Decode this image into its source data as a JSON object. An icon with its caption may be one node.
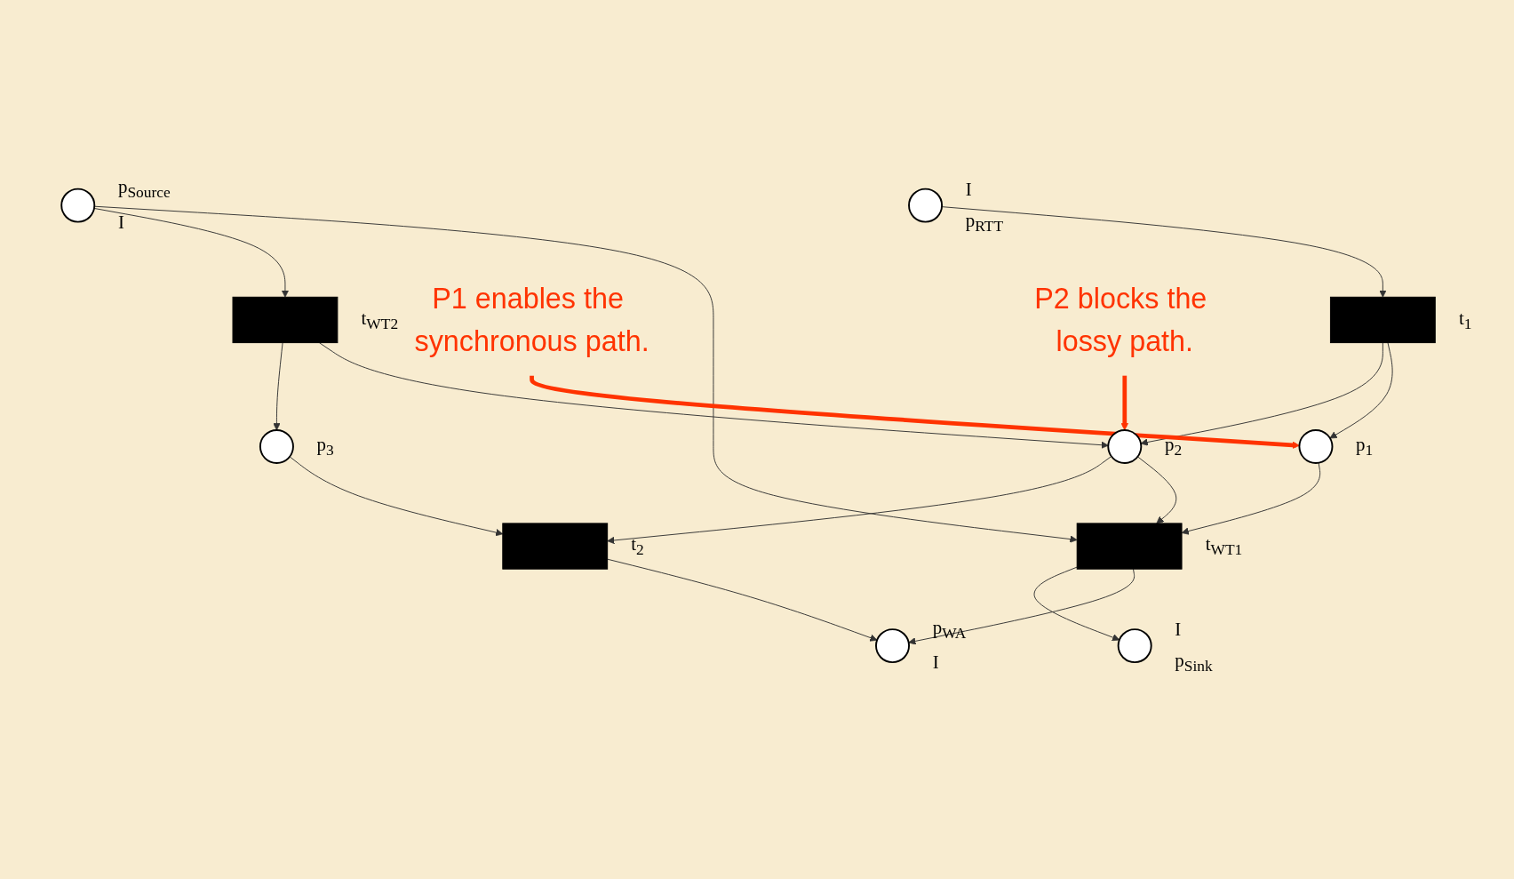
{
  "diagram": {
    "nodes": [
      {
        "text": [],
        "shape": "circle",
        "beside": [
          "p$_{WA}$",
          "I"
        ]
      },
      {
        "text": [],
        "shape": "circle",
        "beside": [
          "p$_{Source}$",
          "I"
        ]
      },
      {
        "text": [],
        "shape": "bar",
        "beside": [
          "t$_{WT1}$"
        ]
      },
      {
        "text": [],
        "shape": "bar",
        "beside": [
          "t$_{WT2}$"
        ]
      },
      {
        "text": [
          "P1 enables the synchronous path."
        ]
      },
      {
        "text": [],
        "shape": "circle",
        "beside": [
          "p$_{1}$"
        ]
      },
      {
        "text": [],
        "shape": "circle",
        "beside": [
          "p$_{2}$"
        ]
      },
      {
        "text": [],
        "shape": "circle",
        "beside": [
          "p$_{3}$"
        ]
      },
      {
        "text": [],
        "shape": "bar",
        "beside": [
          "t$_{1}$"
        ]
      },
      {
        "text": [],
        "shape": "bar",
        "beside": [
          "t$_{2}$"
        ]
      },
      {
        "text": [],
        "shape": "circle",
        "beside": [
          "I",
          "p$_{RTT}$"
        ]
      },
      {
        "text": [],
        "shape": "circle",
        "beside": [
          "I",
          "p$_{Sink}$"
        ]
      },
      {
        "text": [
          "P2 blocks the lossy path."
        ]
      }
    ],
    "edges": [
      {
        "from": 9,
        "to": 0,
        "arrow": "to"
      },
      {
        "from": 2,
        "to": 0,
        "arrow": "to"
      },
      {
        "from": 5,
        "to": 2,
        "arrow": "to"
      },
      {
        "from": 1,
        "to": 2,
        "arrow": "to"
      },
      {
        "from": 1,
        "to": 3,
        "arrow": "to"
      },
      {
        "from": 6,
        "to": 2,
        "arrow": "to"
      },
      {
        "from": 2,
        "to": 11,
        "arrow": "to"
      },
      {
        "from": 3,
        "to": 6,
        "arrow": "to"
      },
      {
        "from": 3,
        "to": 7,
        "arrow": "to"
      },
      {
        "from": 6,
        "to": 9,
        "arrow": "to"
      },
      {
        "from": 7,
        "to": 9,
        "arrow": "to"
      },
      {
        "from": 8,
        "to": 5,
        "arrow": "to"
      },
      {
        "from": 8,
        "to": 6,
        "arrow": "to"
      },
      {
        "from": 10,
        "to": 8,
        "arrow": "to"
      },
      {
        "from": 4,
        "to": 5,
        "arrow": "to",
        "style": "thick",
        "color": "#ff3300"
      },
      {
        "from": 12,
        "to": 6,
        "arrow": "to",
        "style": "thick",
        "color": "#ff3300"
      }
    ]
  }
}
